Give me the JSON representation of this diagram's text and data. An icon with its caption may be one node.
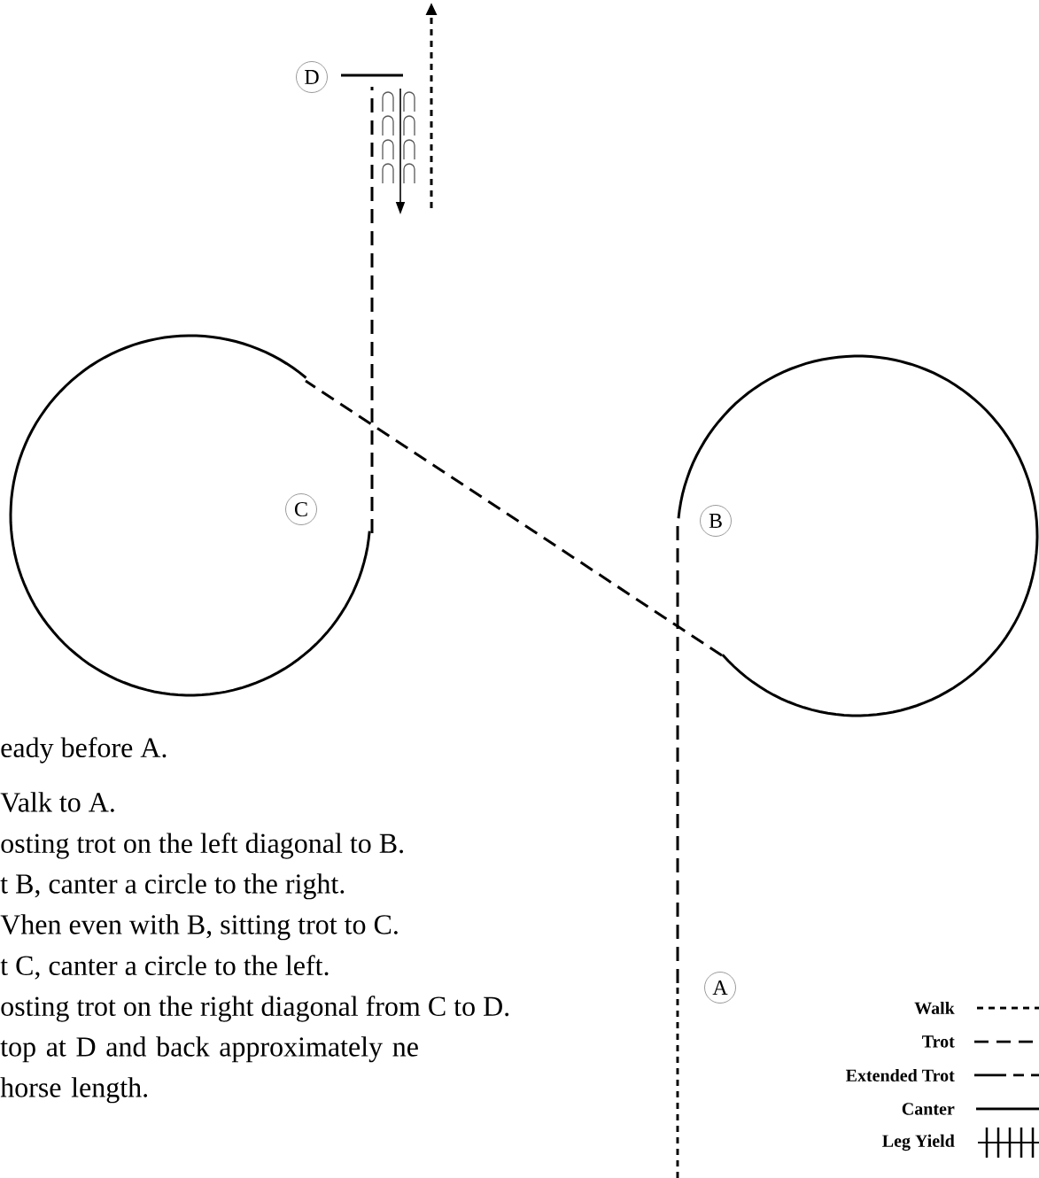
{
  "diagram": {
    "nodes": [
      {
        "text": [
          "D"
        ]
      },
      {
        "text": [
          "C"
        ]
      },
      {
        "text": [
          "B"
        ]
      },
      {
        "text": [
          "A"
        ]
      }
    ],
    "labels": [
      "eady before A.",
      "Valk to A.",
      "osting trot on the left diagonal to B.",
      "t B, canter a circle to the right.",
      "Vhen even with B, sitting trot to C.",
      "t C, canter a circle to the left.",
      "osting trot on the right diagonal from C to D.",
      "top at D and back approximately ne horse length."
    ],
    "legend": [
      {
        "text": "Walk"
      },
      {
        "text": "Trot"
      },
      {
        "text": "Extended Trot"
      },
      {
        "text": "Canter"
      },
      {
        "text": "Leg Yield"
      }
    ]
  }
}
